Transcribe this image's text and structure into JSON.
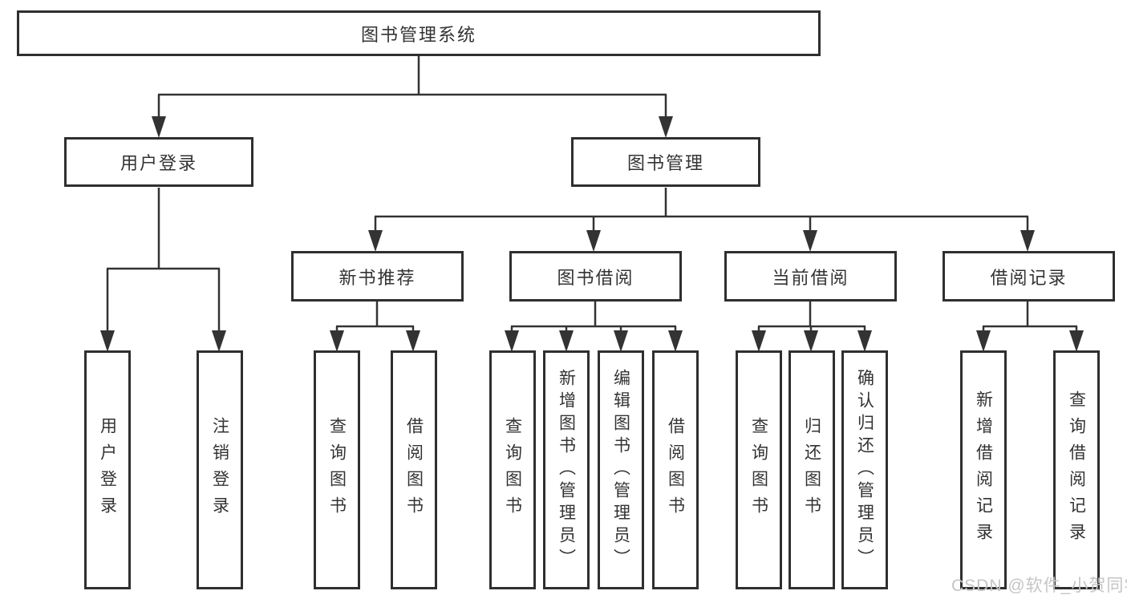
{
  "title": "图书管理系统",
  "nodes": {
    "root": {
      "label": "图书管理系统"
    },
    "userLogin": {
      "label": "用户登录"
    },
    "bookManagement": {
      "label": "图书管理"
    },
    "newBookRecommend": {
      "label": "新书推荐"
    },
    "bookBorrow": {
      "label": "图书借阅"
    },
    "currentBorrow": {
      "label": "当前借阅"
    },
    "borrowRecords": {
      "label": "借阅记录"
    },
    "leafUserLogin": {
      "label": "用户登录"
    },
    "leafLogout": {
      "label": "注销登录"
    },
    "leafQueryBook1": {
      "label": "查询图书"
    },
    "leafBorrowBook1": {
      "label": "借阅图书"
    },
    "leafQueryBook2": {
      "label": "查询图书"
    },
    "leafAddBookAdmin": {
      "label": "新增图书（管理员）"
    },
    "leafEditBookAdmin": {
      "label": "编辑图书（管理员）"
    },
    "leafBorrowBook2": {
      "label": "借阅图书"
    },
    "leafQueryBook3": {
      "label": "查询图书"
    },
    "leafReturnBook": {
      "label": "归还图书"
    },
    "leafConfirmReturnAdmin": {
      "label": "确认归还（管理员）"
    },
    "leafAddBorrowRecord": {
      "label": "新增借阅记录"
    },
    "leafQueryBorrowRecord": {
      "label": "查询借阅记录"
    }
  },
  "hierarchy": {
    "图书管理系统": {
      "用户登录": [
        "用户登录",
        "注销登录"
      ],
      "图书管理": {
        "新书推荐": [
          "查询图书",
          "借阅图书"
        ],
        "图书借阅": [
          "查询图书",
          "新增图书（管理员）",
          "编辑图书（管理员）",
          "借阅图书"
        ],
        "当前借阅": [
          "查询图书",
          "归还图书",
          "确认归还（管理员）"
        ],
        "借阅记录": [
          "新增借阅记录",
          "查询借阅记录"
        ]
      }
    }
  },
  "colors": {
    "line": "#333333",
    "box_border": "#2f2f2f",
    "text": "#333333",
    "watermark": "#c5c5c5",
    "background": "#ffffff"
  },
  "watermark": {
    "text": "CSDN @软件_小贺同学"
  }
}
